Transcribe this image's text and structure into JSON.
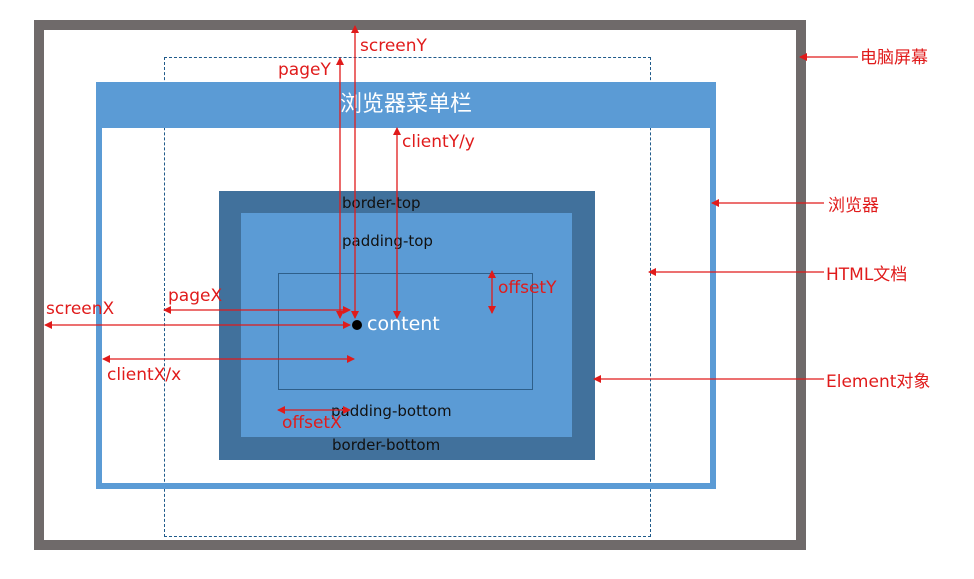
{
  "labels": {
    "screen": "电脑屏幕",
    "browser": "浏览器",
    "html_doc": "HTML文档",
    "element": "Element对象",
    "menubar": "浏览器菜单栏",
    "border_top": "border-top",
    "padding_top": "padding-top",
    "padding_bottom": "padding-bottom",
    "border_bottom": "border-bottom",
    "content": "content"
  },
  "coords": {
    "screenY": "screenY",
    "pageY": "pageY",
    "clientY": "clientY/y",
    "offsetY": "offsetY",
    "screenX": "screenX",
    "pageX": "pageX",
    "clientX": "clientX/x",
    "offsetX": "offsetX"
  },
  "colors": {
    "screen_frame": "#6f6a6a",
    "browser": "#5b9bd5",
    "element_border": "#41719c",
    "annotation": "#e01b1b"
  }
}
